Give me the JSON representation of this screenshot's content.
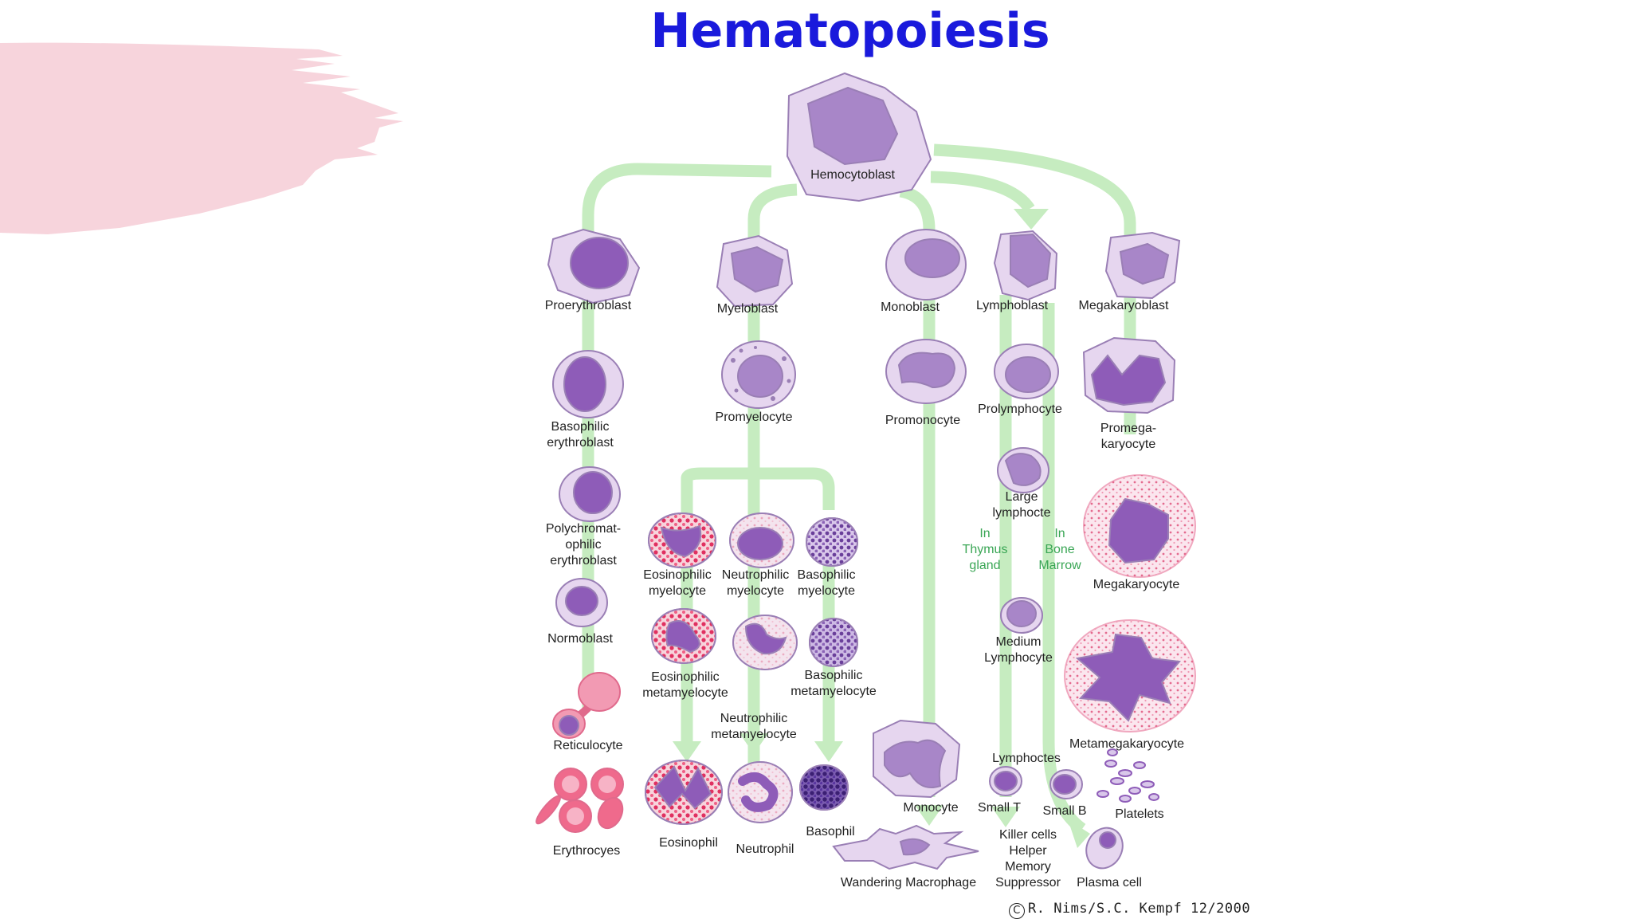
{
  "title": "Hematopoiesis",
  "credit": {
    "symbol": "C",
    "text": "R. Nims/S.C. Kempf 12/2000"
  },
  "colors": {
    "title": "#1a1adc",
    "arrow": "#c6ecc0",
    "cell_fill": "#e6d6ef",
    "cell_stroke": "#9a7fb5",
    "nucleus": "#8e5cb8",
    "pink": "#f7d4dc",
    "red": "#e84a72",
    "green_text": "#3aa655"
  },
  "nodes": {
    "hemocytoblast": "Hemocytoblast",
    "proerythroblast": "Proerythroblast",
    "myeloblast": "Myeloblast",
    "monoblast": "Monoblast",
    "lymphoblast": "Lymphoblast",
    "megakaryoblast": "Megakaryoblast",
    "basophilic_erythroblast": "Basophilic\nerythroblast",
    "promyelocyte": "Promyelocyte",
    "promonocyte": "Promonocyte",
    "prolymphocyte": "Prolymphocyte",
    "promegakaryocyte": "Promega-\nkaryocyte",
    "large_lymphocyte": "Large\nlymphocte",
    "polychromatophilic_erythroblast": "Polychromat-\nophilic\nerythroblast",
    "eosinophilic_myelocyte": "Eosinophilic\nmyelocyte",
    "neutrophilic_myelocyte": "Neutrophilic\nmyelocyte",
    "basophilic_myelocyte": "Basophilic\nmyelocyte",
    "megakaryocyte": "Megakaryocyte",
    "in_thymus_gland": "In\nThymus\ngland",
    "in_bone_marrow": "In\nBone\nMarrow",
    "normoblast": "Normoblast",
    "eosinophilic_metamyelocyte": "Eosinophilic\nmetamyelocyte",
    "basophilic_metamyelocyte": "Basophilic\nmetamyelocyte",
    "medium_lymphocyte": "Medium\nLymphocyte",
    "neutrophilic_metamyelocyte": "Neutrophilic\nmetamyelocyte",
    "reticulocyte": "Reticulocyte",
    "metamegakaryocyte": "Metamegakaryocyte",
    "lymphocytes": "Lymphoctes",
    "small_t": "Small T",
    "small_b": "Small B",
    "platelets": "Platelets",
    "monocyte": "Monocyte",
    "erythrocytes": "Erythrocyes",
    "eosinophil": "Eosinophil",
    "neutrophil": "Neutrophil",
    "basophil": "Basophil",
    "t_cell_types": "Killer cells\nHelper\nMemory\nSuppressor",
    "wandering_macrophage": "Wandering Macrophage",
    "plasma_cell": "Plasma cell"
  }
}
